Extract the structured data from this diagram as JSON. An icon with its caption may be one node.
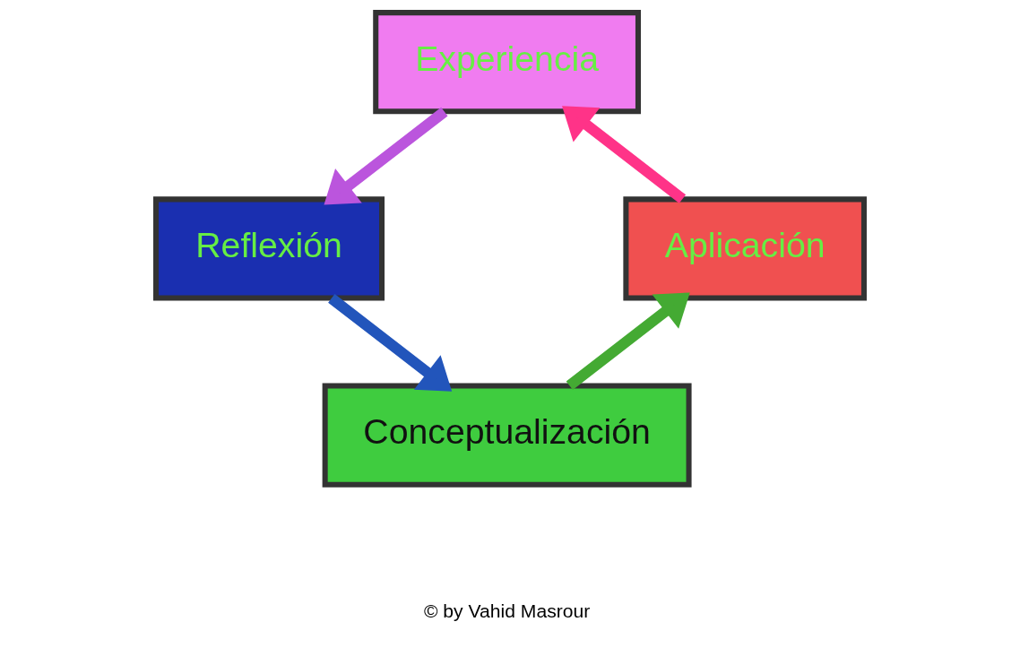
{
  "diagram": {
    "nodes": [
      {
        "text": [
          "Experiencia"
        ]
      },
      {
        "text": [
          "Reflexión"
        ]
      },
      {
        "text": [
          "Conceptualización"
        ]
      },
      {
        "text": [
          "Aplicación"
        ]
      }
    ],
    "edges": [
      {
        "from": 0,
        "to": 1,
        "arrow": "to",
        "color": "#bb55dd"
      },
      {
        "from": 1,
        "to": 2,
        "arrow": "to",
        "color": "#2255bb"
      },
      {
        "from": 2,
        "to": 3,
        "arrow": "to",
        "color": "#44aa33"
      },
      {
        "from": 3,
        "to": 0,
        "arrow": "to",
        "color": "#ff3388"
      }
    ],
    "labels": [
      "© by Vahid Masrour"
    ]
  }
}
